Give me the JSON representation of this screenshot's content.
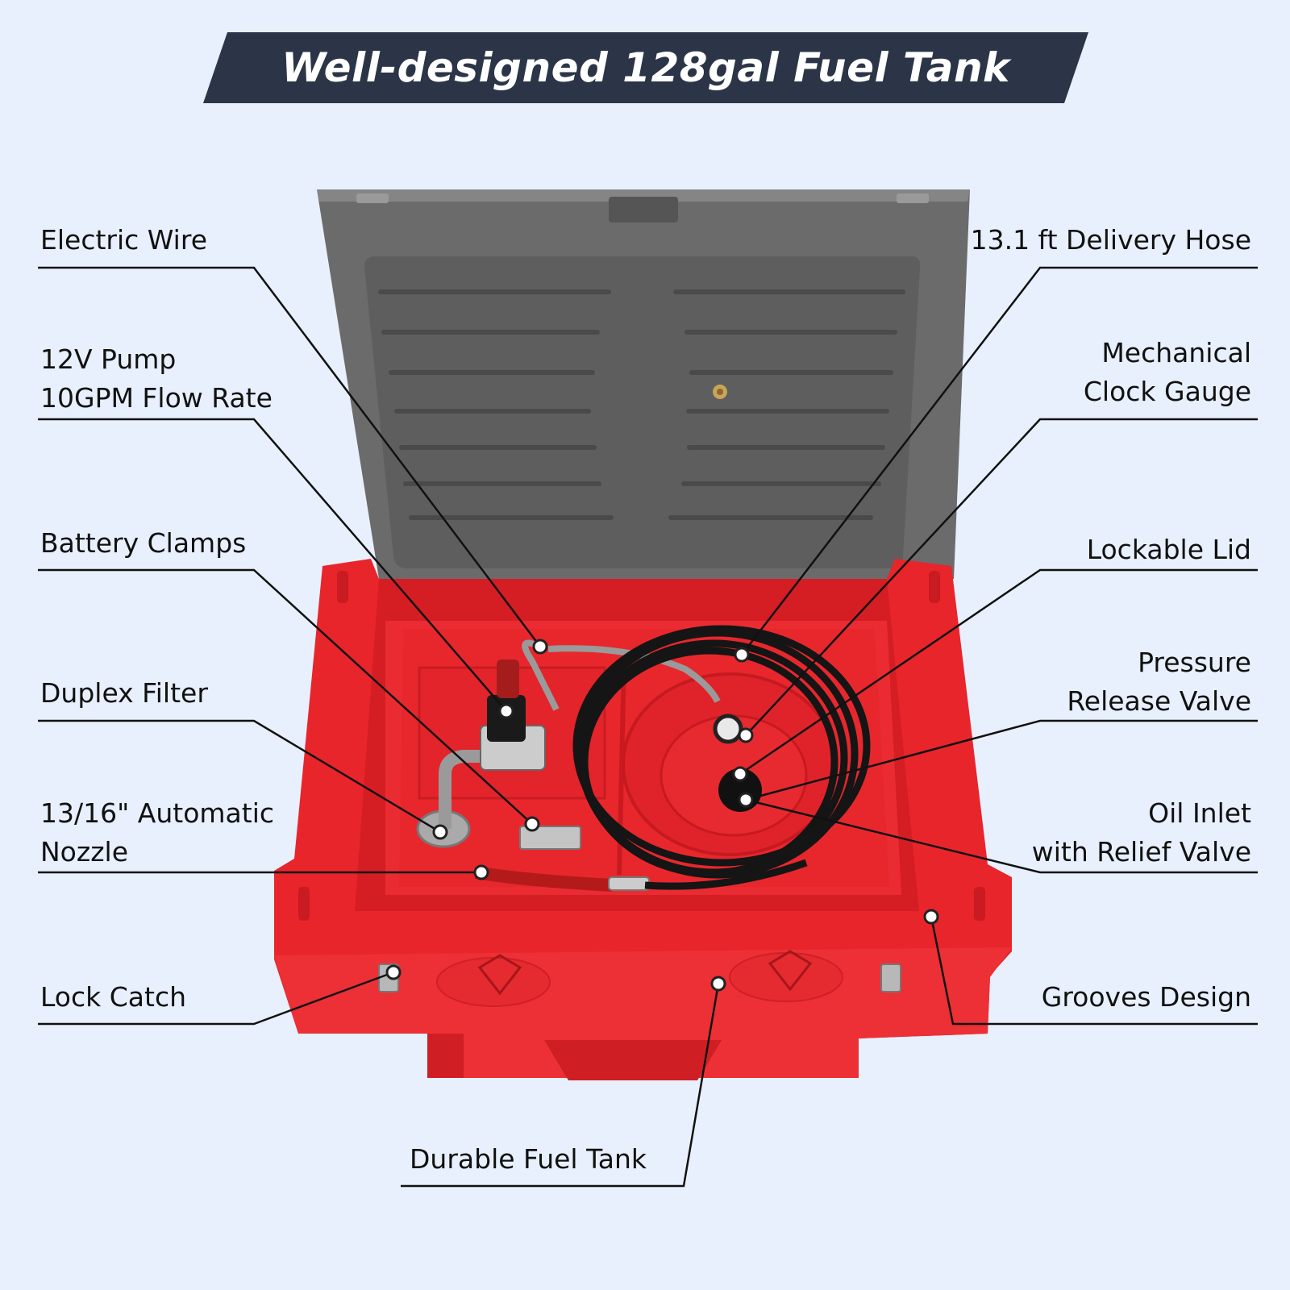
{
  "header": {
    "title": "Well-designed 128gal Fuel Tank"
  },
  "colors": {
    "background": "#e8f0fd",
    "banner": "#2b3547",
    "tank_red": "#e8252b",
    "lid_gray": "#6b6b6b",
    "callout_line": "#111111"
  },
  "callouts": {
    "electric_wire": [
      "Electric Wire"
    ],
    "pump": [
      "12V Pump",
      "10GPM Flow Rate"
    ],
    "battery_clamps": [
      "Battery Clamps"
    ],
    "duplex_filter": [
      "Duplex Filter"
    ],
    "nozzle": [
      "13/16\" Automatic",
      "Nozzle"
    ],
    "lock_catch": [
      "Lock Catch"
    ],
    "durable_tank": [
      "Durable Fuel Tank"
    ],
    "delivery_hose": [
      "13.1 ft Delivery Hose"
    ],
    "clock_gauge": [
      "Mechanical",
      "Clock Gauge"
    ],
    "lockable_lid": [
      "Lockable Lid"
    ],
    "pressure_valve": [
      "Pressure",
      "Release Valve"
    ],
    "oil_inlet": [
      "Oil Inlet",
      "with Relief Valve"
    ],
    "grooves": [
      "Grooves Design"
    ]
  }
}
